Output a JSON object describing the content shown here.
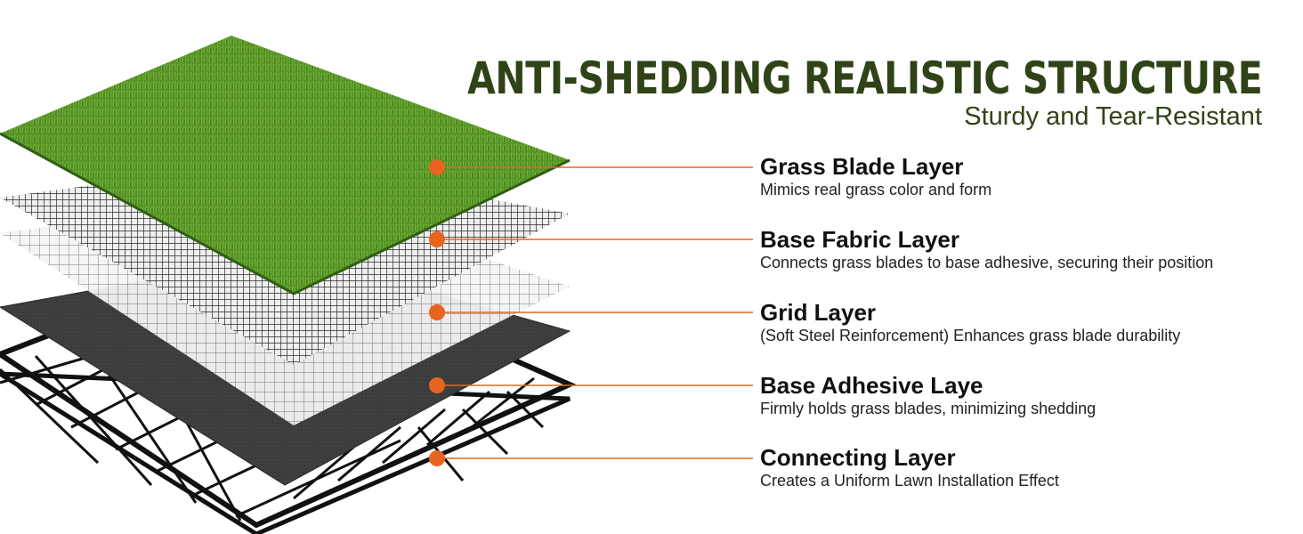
{
  "header": {
    "title": "ANTI-SHEDDING REALISTIC STRUCTURE",
    "subtitle": "Sturdy and Tear-Resistant"
  },
  "layers": [
    {
      "name": "Grass Blade Layer",
      "description": "Mimics real grass color and form"
    },
    {
      "name": "Base Fabric Layer",
      "description": "Connects grass blades to base adhesive, securing their position"
    },
    {
      "name": "Grid Layer",
      "description": "(Soft Steel Reinforcement) Enhances grass blade durability"
    },
    {
      "name": "Base Adhesive Laye",
      "description": "Firmly holds grass blades, minimizing shedding"
    },
    {
      "name": "Connecting Layer",
      "description": "Creates a Uniform Lawn Installation Effect"
    }
  ],
  "colors": {
    "title": "#2f4316",
    "callout_dot": "#e8641e",
    "callout_line": "#e8641e",
    "grass_dark": "#2f6a14",
    "grass_light": "#6cae2e",
    "adhesive": "#3a3a3a",
    "frame": "#111111"
  }
}
